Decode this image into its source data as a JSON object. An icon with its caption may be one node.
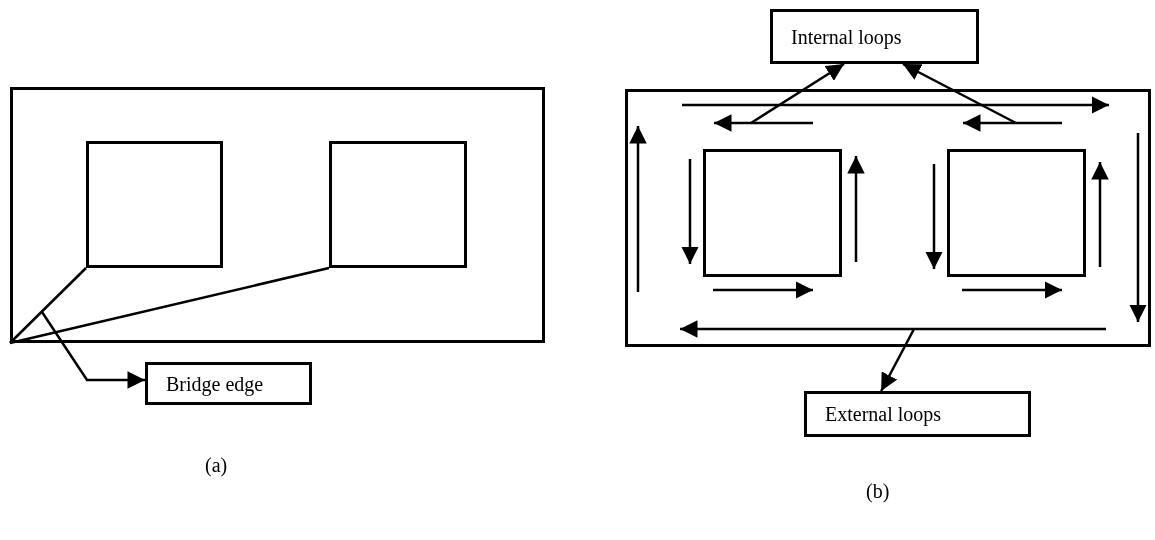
{
  "diagram": {
    "nodes": [
      {
        "text": [],
        "shape": "box"
      },
      {
        "text": [],
        "shape": "box",
        "in": 0
      },
      {
        "text": [],
        "shape": "box",
        "in": 0
      },
      {
        "text": [
          "Bridge edge"
        ]
      },
      {
        "text": [
          "Internal loops"
        ]
      },
      {
        "text": [],
        "shape": "box"
      },
      {
        "text": [],
        "shape": "box",
        "in": 5
      },
      {
        "text": [],
        "shape": "box",
        "in": 5
      },
      {
        "text": [
          "External loops"
        ]
      }
    ],
    "edges": [
      {
        "from": 0,
        "to": 1,
        "arrow": "none"
      },
      {
        "from": 0,
        "to": 2,
        "arrow": "none"
      },
      {
        "from": null,
        "to": 3,
        "arrow": "to"
      },
      {
        "from": null,
        "to": 4,
        "arrow": "to"
      },
      {
        "from": null,
        "to": 4,
        "arrow": "to"
      },
      {
        "from": null,
        "to": 8,
        "arrow": "to"
      }
    ],
    "labels": [
      "(a)",
      "(b)"
    ]
  }
}
